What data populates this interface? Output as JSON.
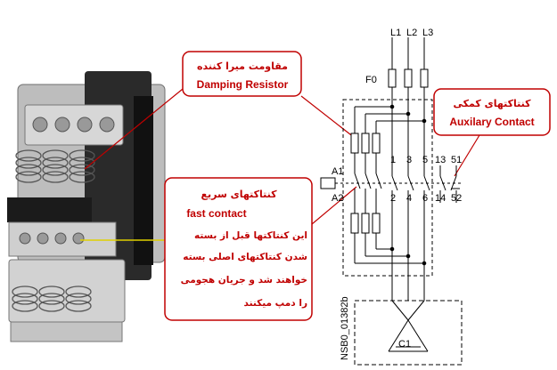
{
  "callouts": {
    "damping": {
      "fa": "مقاومت میرا کننده",
      "en": "Damping Resistor"
    },
    "auxiliary": {
      "fa": "کنتاکتهای کمکی",
      "en": "Auxilary Contact"
    },
    "fast": {
      "fa_title": "کنتاکتهای  سریع",
      "en": "fast contact",
      "lines": [
        "این کنتاکتها قبل از بسته",
        "شدن کنتاکتهای اصلی بسته",
        "خواهند شد و جریان هجومی",
        "را دمپ میکنند"
      ]
    }
  },
  "schematic": {
    "phases": [
      "L1",
      "L2",
      "L3"
    ],
    "fuse": "F0",
    "coil_top": "A1",
    "coil_bottom": "A2",
    "top_terminals": [
      "1",
      "3",
      "5",
      "13",
      "51"
    ],
    "bottom_terminals": [
      "2",
      "4",
      "6",
      "14",
      "52"
    ],
    "capacitor": "C1",
    "code": "NSB0_01382b"
  },
  "colors": {
    "callout_red": "#c00000",
    "callout_fill": "#ffffff",
    "line": "#000000"
  }
}
